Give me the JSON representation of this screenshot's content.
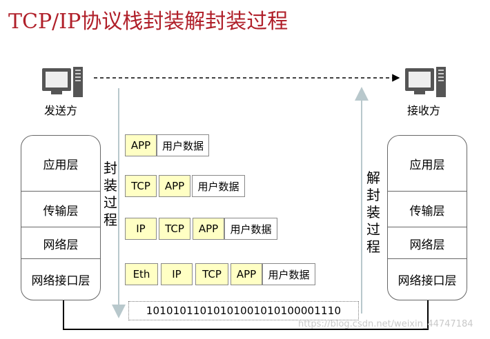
{
  "title": "TCP/IP协议栈封装解封装过程",
  "sender": {
    "label": "发送方"
  },
  "receiver": {
    "label": "接收方"
  },
  "layers": [
    "应用层",
    "传输层",
    "网络层",
    "网络接口层"
  ],
  "encap_label": [
    "封",
    "装",
    "过",
    "程"
  ],
  "decap_label": [
    "解",
    "封",
    "装",
    "过",
    "程"
  ],
  "frames": {
    "app": {
      "app": "APP",
      "data": "用户数据"
    },
    "tcp": {
      "tcp": "TCP",
      "app": "APP",
      "data": "用户数据"
    },
    "ip": {
      "ip": "IP",
      "tcp": "TCP",
      "app": "APP",
      "data": "用户数据"
    },
    "eth": {
      "eth": "Eth",
      "ip": "IP",
      "tcp": "TCP",
      "app": "APP",
      "data": "用户数据"
    }
  },
  "bitstream": "10101011010101001010100001110",
  "watermark": "https://blog.csdn.net/weixin_44747184",
  "colors": {
    "title": "#b0202a",
    "header_fill": "#ffffc4",
    "arrow": "#b8c8cc"
  }
}
